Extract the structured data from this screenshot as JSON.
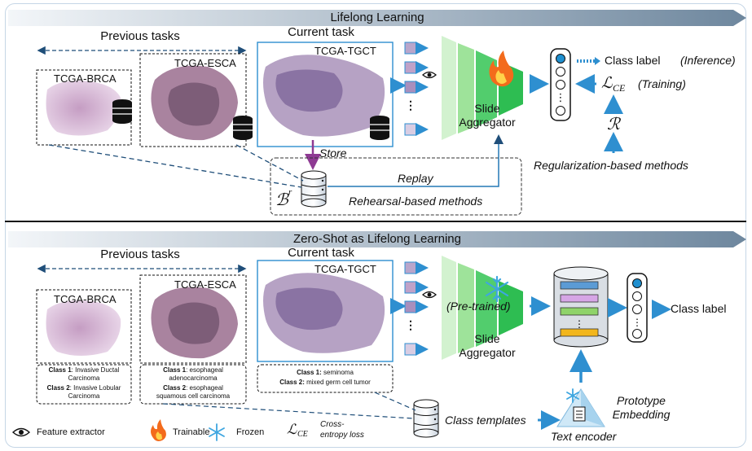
{
  "top": {
    "banner": "Lifelong Learning",
    "previous_tasks": "Previous tasks",
    "current_task": "Current task",
    "slides": [
      "TCGA-BRCA",
      "TCGA-ESCA",
      "TCGA-TGCT"
    ],
    "store": "Store",
    "replay": "Replay",
    "buffer_symbol": "ℬ",
    "buffer_sup": "r",
    "rehearsal": "Rehearsal-based methods",
    "aggregator": [
      "Slide",
      "Aggregator"
    ],
    "class_label_inference": "Class label",
    "inference": "(Inference)",
    "loss": "ℒ",
    "loss_sub": "CE",
    "training": "(Training)",
    "reg_symbol": "ℛ",
    "regularization": "Regularization-based methods",
    "dots": "⋮"
  },
  "bottom": {
    "banner": "Zero-Shot as Lifelong Learning",
    "previous_tasks": "Previous tasks",
    "current_task": "Current task",
    "slides": [
      "TCGA-BRCA",
      "TCGA-ESCA",
      "TCGA-TGCT"
    ],
    "pretrained": "(Pre-trained)",
    "aggregator": [
      "Slide",
      "Aggregator"
    ],
    "class_label": "Class label",
    "prototype": [
      "Prototype",
      "Embedding"
    ],
    "text_encoder": "Text encoder",
    "class_templates": "Class templates",
    "brca_classes": [
      {
        "bold": "Class 1",
        "text": ": Invasive Ductal",
        "cont": "Carcinoma"
      },
      {
        "bold": "Class 2",
        "text": ": Invasive Lobular",
        "cont": "Carcinoma"
      }
    ],
    "esca_classes": [
      {
        "bold": "Class 1",
        "text": ": esophageal",
        "cont": "adenocarcinoma"
      },
      {
        "bold": "Class 2",
        "text": ": esophageal",
        "cont": "squamous cell carcinoma"
      }
    ],
    "tgct_classes": [
      {
        "bold": "Class 1:",
        "text": " seminoma"
      },
      {
        "bold": "Class 2:",
        "text": " mixed germ cell tumor"
      }
    ]
  },
  "legend": {
    "feature_extractor": "Feature extractor",
    "trainable": "Trainable",
    "frozen": "Frozen",
    "loss_symbol": "ℒ",
    "loss_sub": "CE",
    "loss_desc": [
      "Cross-",
      "entropy loss"
    ]
  },
  "colors": {
    "banner_start": "#eef3f8",
    "banner_end": "#6f889f",
    "arrow_blue": "#2e8fd0",
    "dark_blue": "#1f4e79",
    "aggregator_light": "#c9efc7",
    "aggregator_dark": "#2fbf55",
    "store_arrow": "#8e3a93",
    "emb_row1": "#5b9bd5",
    "emb_row2": "#d6a6e6",
    "emb_row3": "#8fd36a",
    "emb_row4": "#f2b61c"
  }
}
